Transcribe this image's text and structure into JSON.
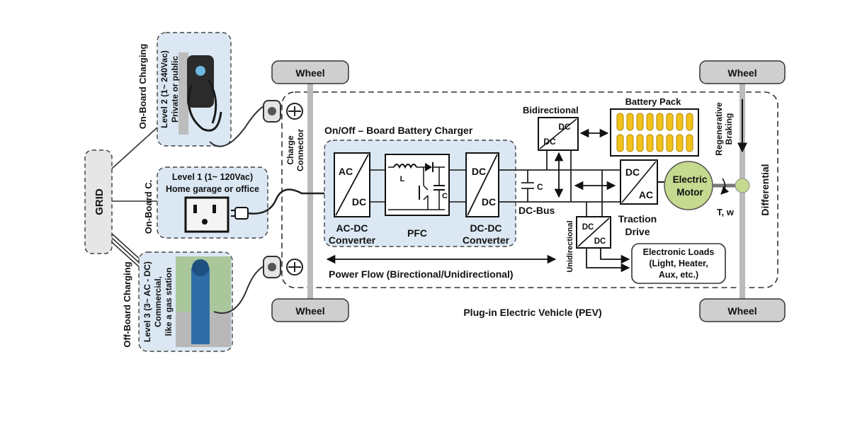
{
  "grid_label": "GRID",
  "wheels": {
    "top_left": "Wheel",
    "top_right": "Wheel",
    "bottom_left": "Wheel",
    "bottom_right": "Wheel"
  },
  "on_board_charging": {
    "title": "On-Board Charging",
    "line1": "Level 2 (1~ 240Vac)",
    "line2": "Private or public"
  },
  "on_board_c": {
    "title": "On-Board C.",
    "line1": "Level 1 (1~ 120Vac)",
    "line2": "Home garage or office"
  },
  "off_board_charging": {
    "title": "Off-Board Charging",
    "line1": "Level 3 (3~ AC - DC)",
    "line2": "Commercial,",
    "line3": "like a gas station"
  },
  "charge_connector": {
    "line1": "Charge",
    "line2": "Connector"
  },
  "charger": {
    "title": "On/Off – Board Battery Charger"
  },
  "acdc": {
    "top": "AC",
    "bottom": "DC",
    "label1": "AC-DC",
    "label2": "Converter"
  },
  "pfc": {
    "label": "PFC",
    "inductor": "L",
    "capacitor": "C"
  },
  "dcdc": {
    "top": "DC",
    "bottom": "DC",
    "label1": "DC-DC",
    "label2": "Converter"
  },
  "dc_bus": {
    "label": "DC-Bus",
    "capacitor": "C"
  },
  "bidirectional": {
    "label": "Bidirectional",
    "top": "DC",
    "bottom": "DC"
  },
  "battery_pack": {
    "label": "Battery Pack"
  },
  "traction": {
    "top": "DC",
    "bottom": "AC",
    "label1": "Traction",
    "label2": "Drive"
  },
  "motor": {
    "line1": "Electric",
    "line2": "Motor"
  },
  "torque_label": "T, w",
  "regen": {
    "line1": "Regenerative",
    "line2": "Braking"
  },
  "differential": "Differential",
  "unidirectional": {
    "label": "Unidirectional",
    "top": "DC",
    "bottom": "DC"
  },
  "electronic_loads": {
    "line1": "Electronic Loads",
    "line2": "(Light, Heater,",
    "line3": "Aux, etc.)"
  },
  "power_flow": "Power Flow (Birectional/Unidirectional)",
  "pev_label": "Plug-in Electric Vehicle (PEV)",
  "colors": {
    "light_blue": "#dbe8f4",
    "wheel_gray": "#cfcfcf",
    "battery_yellow": "#f2c21b",
    "motor_green": "#c5d98f"
  }
}
